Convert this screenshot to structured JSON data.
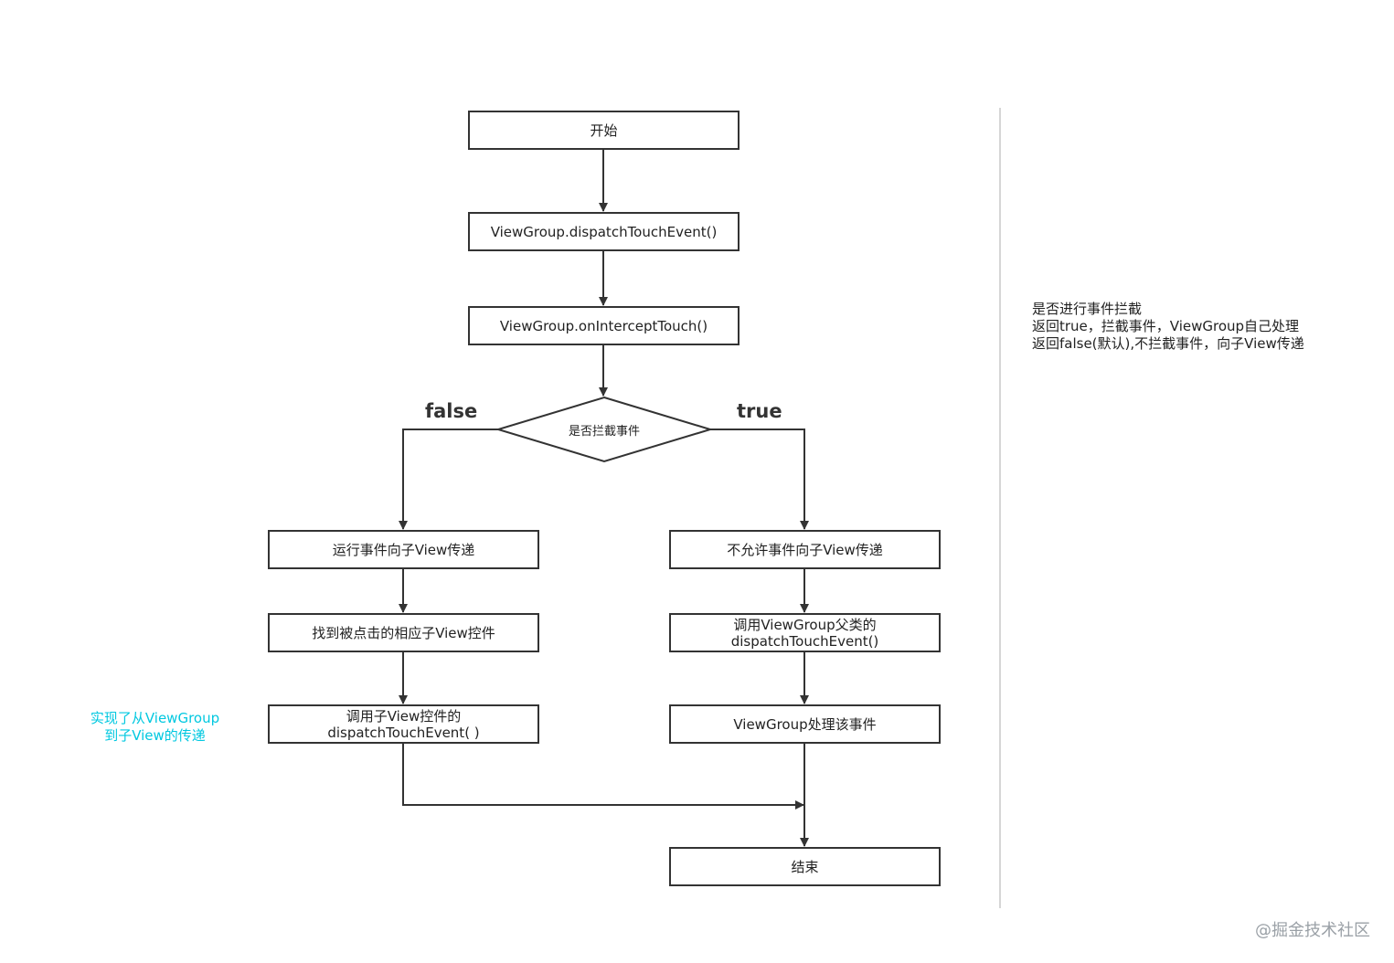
{
  "colors": {
    "stroke": "#333333",
    "annotation": "#00c8e0",
    "divider": "#d6d6d6",
    "watermark": "#9aa0a6"
  },
  "nodes": {
    "start": "开始",
    "dispatch": "ViewGroup.dispatchTouchEvent()",
    "intercept": "ViewGroup.onInterceptTouch()",
    "decision": "是否拦截事件",
    "allow": "运行事件向子View传递",
    "find_child": "找到被点击的相应子View控件",
    "call_child_line1": "调用子View控件的",
    "call_child_line2": "dispatchTouchEvent( )",
    "deny": "不允许事件向子View传递",
    "call_parent_line1": "调用ViewGroup父类的",
    "call_parent_line2": "dispatchTouchEvent()",
    "handle": "ViewGroup处理该事件",
    "end": "结束"
  },
  "branches": {
    "false_label": "false",
    "true_label": "true"
  },
  "annotation": {
    "line1": "实现了从ViewGroup",
    "line2": "到子View的传递"
  },
  "notes": {
    "line1": "是否进行事件拦截",
    "line2": "返回true，拦截事件，ViewGroup自己处理",
    "line3": "返回false(默认),不拦截事件，向子View传递"
  },
  "watermark": "@掘金技术社区"
}
